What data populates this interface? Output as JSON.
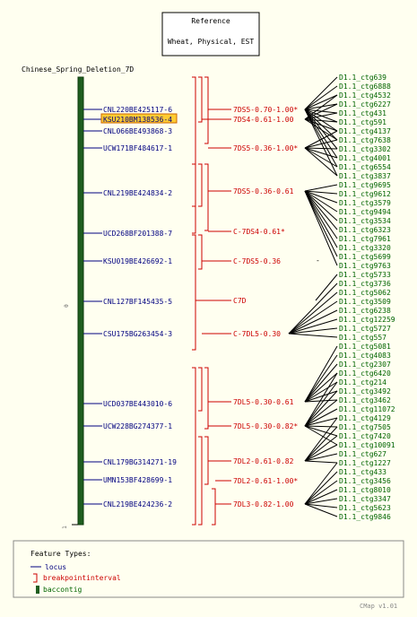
{
  "reference": {
    "title": "Reference",
    "subtitle": "Wheat, Physical, EST"
  },
  "map": {
    "name": "Chinese_Spring_Deletion_7D",
    "scale_top": "0",
    "scale_bottom": "1"
  },
  "loci": [
    {
      "label": "CNL220BE425117-6",
      "highlighted": false
    },
    {
      "label": "KSU210BM138536-4",
      "highlighted": true
    },
    {
      "label": "CNL066BE493868-3",
      "highlighted": false
    },
    {
      "label": "UCW171BF484617-1",
      "highlighted": false
    },
    {
      "label": "CNL219BE424834-2",
      "highlighted": false
    },
    {
      "label": "UCD268BF201388-7",
      "highlighted": false
    },
    {
      "label": "KSU019BE426692-1",
      "highlighted": false
    },
    {
      "label": "CNL127BF145435-5",
      "highlighted": false
    },
    {
      "label": "CSU175BG263454-3",
      "highlighted": false
    },
    {
      "label": "UCD037BE443010-6",
      "highlighted": false
    },
    {
      "label": "UCW228BG274377-1",
      "highlighted": false
    },
    {
      "label": "CNL179BG314271-19",
      "highlighted": false
    },
    {
      "label": "UMN153BF428699-1",
      "highlighted": false
    },
    {
      "label": "CNL219BE424236-2",
      "highlighted": false
    }
  ],
  "intervals": [
    "7DS5-0.70-1.00*",
    "7DS4-0.61-1.00",
    "7DS5-0.36-1.00*",
    "7DS5-0.36-0.61",
    "C-7DS4-0.61*",
    "C-7DS5-0.36",
    "C7D",
    "C-7DL5-0.30",
    "7DL5-0.30-0.61",
    "7DL5-0.30-0.82*",
    "7DL2-0.61-0.82",
    "7DL2-0.61-1.00*",
    "7DL3-0.82-1.00"
  ],
  "dash_mark": "-",
  "contigs": [
    "D1.1_ctg639",
    "D1.1_ctg6888",
    "D1.1_ctg4532",
    "D1.1_ctg6227",
    "D1.1_ctg431",
    "D1.1_ctg591",
    "D1.1_ctg4137",
    "D1.1_ctg7638",
    "D1.1_ctg3302",
    "D1.1_ctg4001",
    "D1.1_ctg6554",
    "D1.1_ctg3837",
    "D1.1_ctg9695",
    "D1.1_ctg9612",
    "D1.1_ctg3579",
    "D1.1_ctg9494",
    "D1.1_ctg3534",
    "D1.1_ctg6323",
    "D1.1_ctg7961",
    "D1.1_ctg3320",
    "D1.1_ctg5699",
    "D1.1_ctg9763",
    "D1.1_ctg5733",
    "D1.1_ctg3736",
    "D1.1_ctg5062",
    "D1.1_ctg3509",
    "D1.1_ctg6238",
    "D1.1_ctg12259",
    "D1.1_ctg5727",
    "D1.1_ctg557",
    "D1.1_ctg5081",
    "D1.1_ctg4083",
    "D1.1_ctg2307",
    "D1.1_ctg6420",
    "D1.1_ctg214",
    "D1.1_ctg3492",
    "D1.1_ctg3462",
    "D1.1_ctg11072",
    "D1.1_ctg4129",
    "D1.1_ctg7505",
    "D1.1_ctg7420",
    "D1.1_ctg10091",
    "D1.1_ctg627",
    "D1.1_ctg1227",
    "D1.1_ctg433",
    "D1.1_ctg3456",
    "D1.1_ctg8010",
    "D1.1_ctg3347",
    "D1.1_ctg5623",
    "D1.1_ctg9846"
  ],
  "legend": {
    "title": "Feature Types:",
    "items": [
      {
        "label": "locus",
        "icon": "locus-line-icon",
        "color": "#000080"
      },
      {
        "label": "breakpointinterval",
        "icon": "bracket-icon",
        "color": "#cc0000"
      },
      {
        "label": "baccontig",
        "icon": "green-bar-icon",
        "color": "#006400"
      }
    ]
  },
  "footer": "CMap v1.01",
  "colors": {
    "background": "#fffff0",
    "map_bar": "#1f5e1f",
    "locus": "#000080",
    "interval": "#cc0000",
    "contig": "#006400",
    "highlight": "#ffcc33"
  }
}
